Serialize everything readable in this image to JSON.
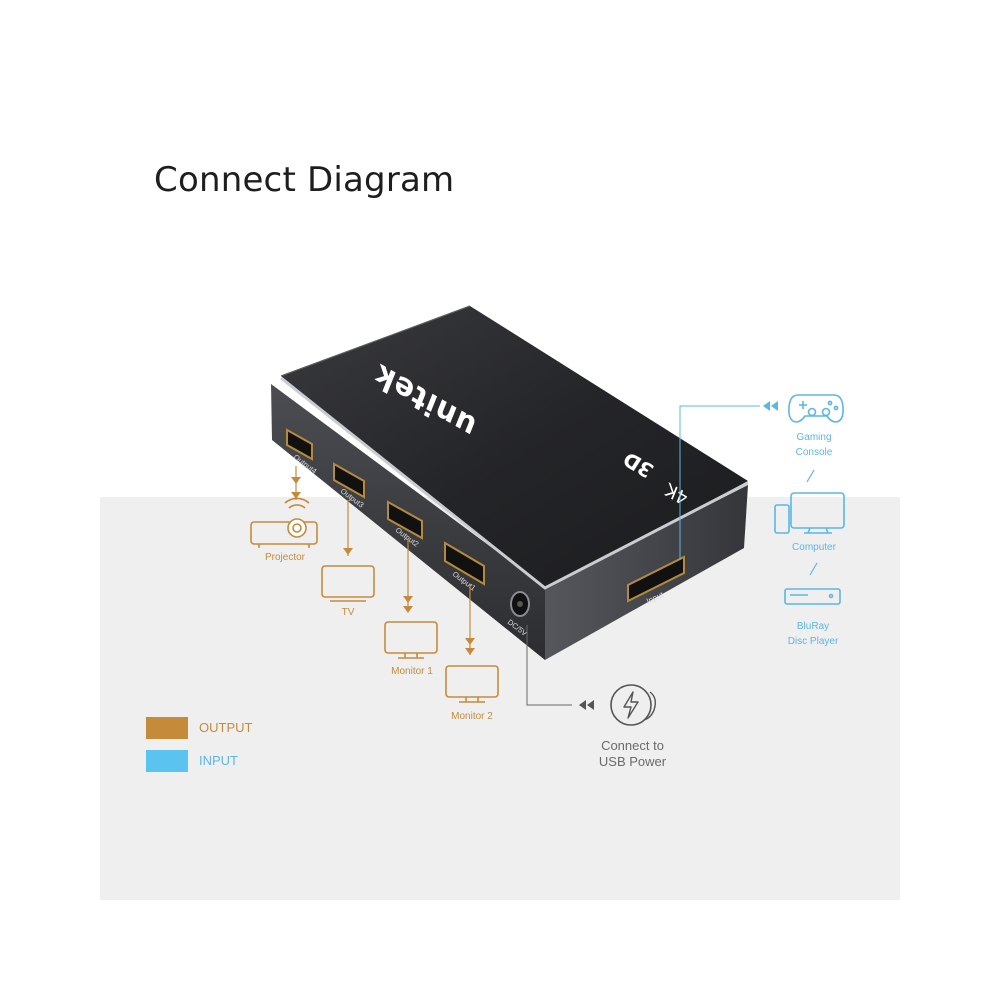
{
  "title": "Connect Diagram",
  "colors": {
    "output": "#c68b3a",
    "input": "#5bb7e6",
    "panel": "#efefef",
    "device": "#2b2c2f"
  },
  "device": {
    "brand": "unitek",
    "badge_4k": "4K",
    "badge_3d": "3D",
    "ports": [
      "Output4",
      "Output3",
      "Output2",
      "Output1",
      "DC/5V",
      "Input"
    ]
  },
  "outputs": [
    {
      "label": "Projector",
      "icon": "projector-icon"
    },
    {
      "label": "TV",
      "icon": "tv-icon"
    },
    {
      "label": "Monitor 1",
      "icon": "monitor-icon"
    },
    {
      "label": "Monitor 2",
      "icon": "monitor-icon"
    }
  ],
  "inputs": [
    {
      "label_lines": [
        "Gaming",
        "Console"
      ],
      "icon": "gamepad-icon"
    },
    {
      "label_lines": [
        "Computer"
      ],
      "icon": "computer-icon"
    },
    {
      "label_lines": [
        "BluRay",
        "Disc Player"
      ],
      "icon": "bluray-player-icon"
    }
  ],
  "usb_power": {
    "lines": [
      "Connect to",
      "USB Power"
    ],
    "icon": "lightning-icon"
  },
  "legend": [
    {
      "label": "OUTPUT",
      "color": "#c68b3a"
    },
    {
      "label": "INPUT",
      "color": "#5bb7e6"
    }
  ]
}
